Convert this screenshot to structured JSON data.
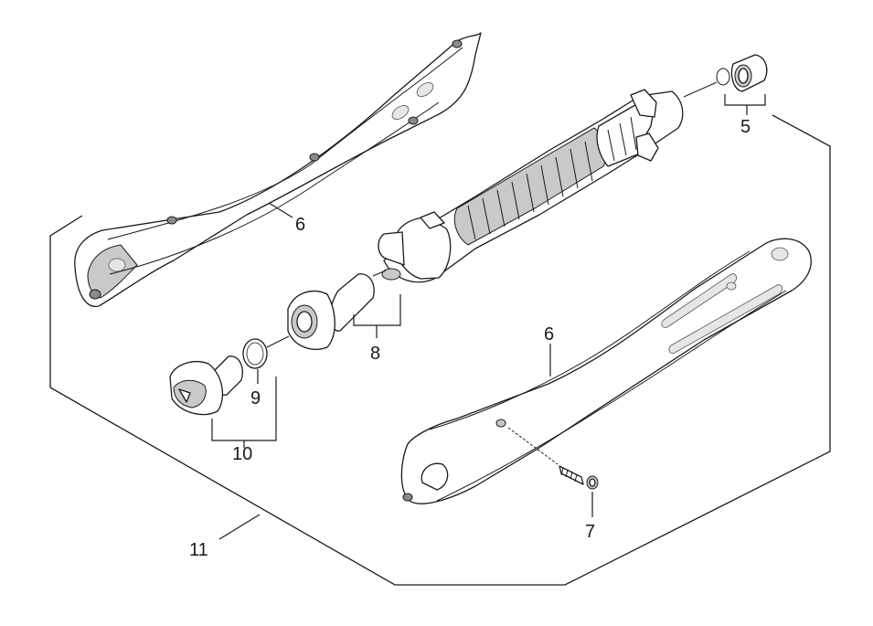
{
  "callouts": {
    "c5": "5",
    "c6_top": "6",
    "c6_bottom": "6",
    "c7": "7",
    "c8": "8",
    "c9": "9",
    "c10": "10",
    "c11": "11"
  },
  "parts": [
    {
      "ref": "5",
      "name": "connector with o-ring"
    },
    {
      "ref": "6",
      "name": "handle half-shell"
    },
    {
      "ref": "7",
      "name": "screw"
    },
    {
      "ref": "8",
      "name": "valve housing"
    },
    {
      "ref": "9",
      "name": "o-ring"
    },
    {
      "ref": "10",
      "name": "nozzle nut"
    },
    {
      "ref": "11",
      "name": "lance assembly"
    }
  ]
}
